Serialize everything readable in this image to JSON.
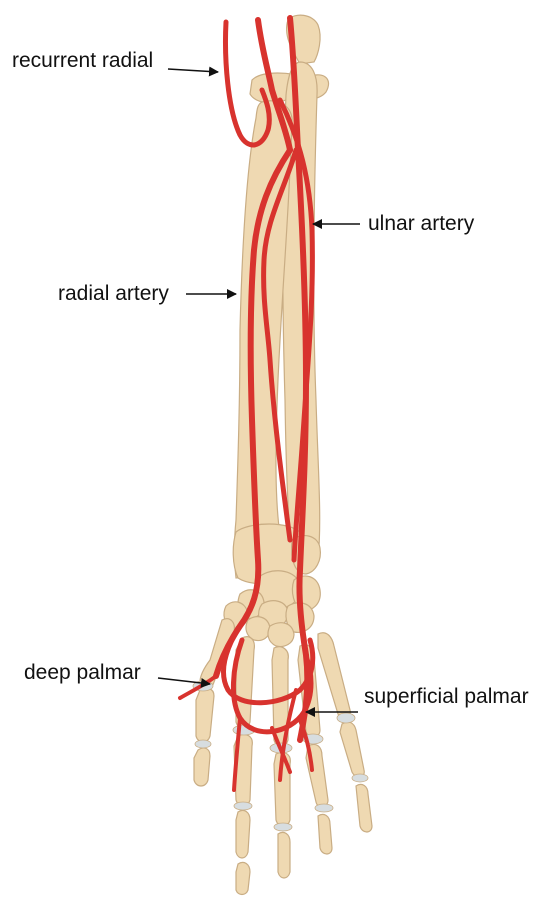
{
  "diagram": {
    "labels": {
      "recurrent_radial": "recurrent radial",
      "ulnar_artery": "ulnar artery",
      "radial_artery": "radial artery",
      "deep_palmar": "deep palmar",
      "superficial_palmar": "superficial palmar"
    },
    "colors": {
      "bone_fill": "#efd9b2",
      "bone_outline": "#c9ad84",
      "cartilage": "#d7dde0",
      "artery": "#d8332e",
      "artery_dark": "#9e1c17",
      "pointer": "#111111"
    }
  }
}
